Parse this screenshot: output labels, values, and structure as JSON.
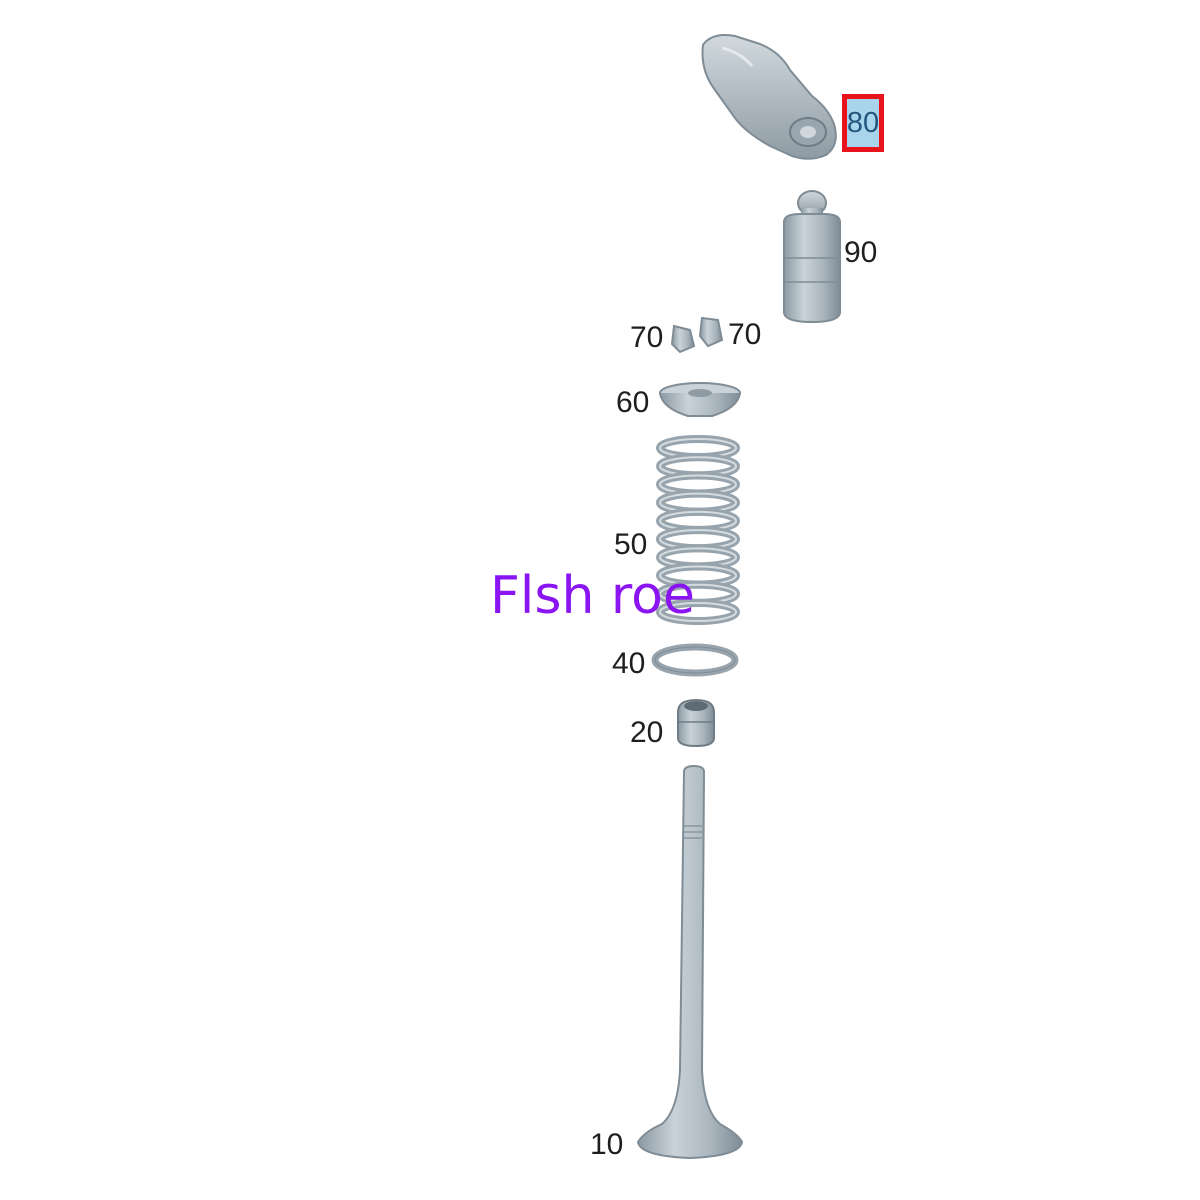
{
  "parts": [
    {
      "number": "10"
    },
    {
      "number": "20"
    },
    {
      "number": "40"
    },
    {
      "number": "50"
    },
    {
      "number": "60"
    },
    {
      "number": "70"
    },
    {
      "number": "70"
    },
    {
      "number": "80",
      "highlighted": true
    },
    {
      "number": "90"
    }
  ],
  "watermark": "Flsh roe",
  "colors": {
    "part_fill": "#b3bec6",
    "part_outline": "#8a969f",
    "highlight_border": "#e8131b",
    "highlight_fill": "#a9d5ec",
    "watermark": "#8b14f2",
    "label_text": "#1e1e1e"
  }
}
